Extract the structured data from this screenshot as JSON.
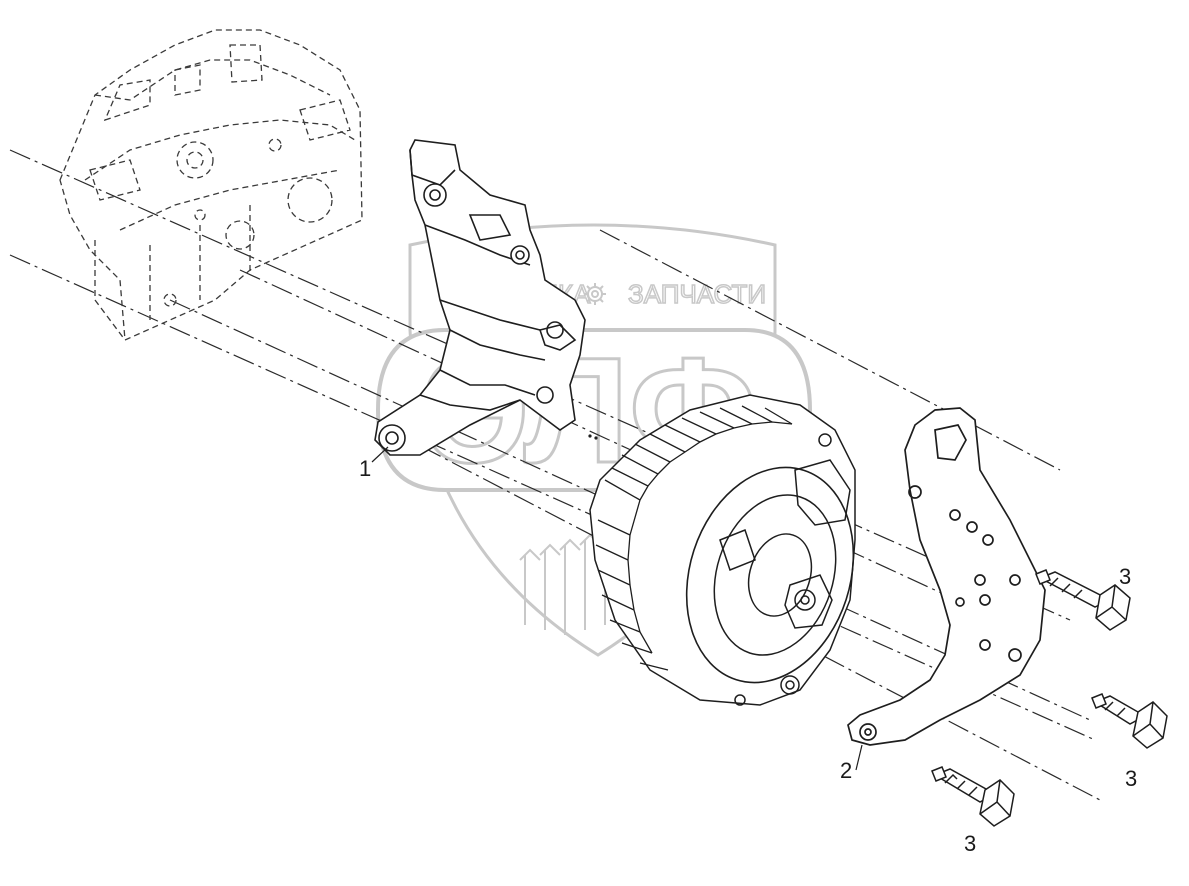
{
  "watermark": {
    "line1": "ТЕХНИКА",
    "line2": "ЗАПЧАСТИ",
    "logo": "ЭЛФ",
    "color": "#c8c8c8",
    "gear_icon": "gear-icon"
  },
  "callouts": {
    "c1": "1",
    "c2": "2",
    "c3a": "3",
    "c3b": "3",
    "c3c": "3"
  },
  "colors": {
    "line": "#2a2a2a",
    "watermark": "#c8c8c8"
  }
}
